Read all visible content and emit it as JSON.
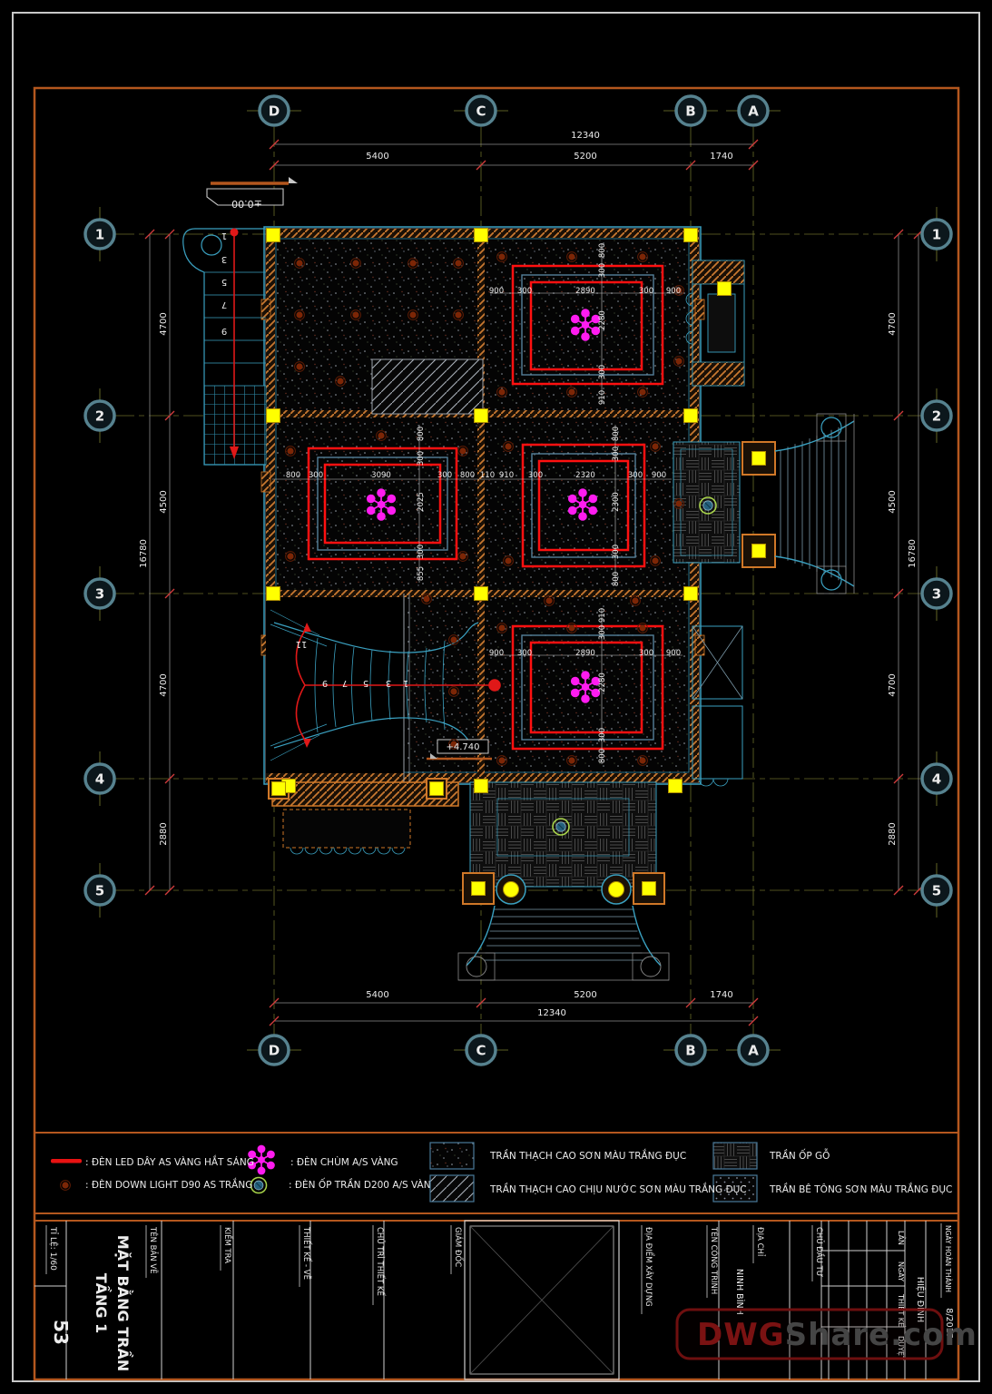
{
  "sheet": {
    "scale_label": "TỈ LỆ: 1/60",
    "sheet_number": "53",
    "drawing_name_label": "TÊN BẢN VẼ",
    "drawing_name_line1": "MẶT BẰNG TRẦN",
    "drawing_name_line2": "TẦNG 1"
  },
  "grid": {
    "cols": [
      "D",
      "C",
      "B",
      "A"
    ],
    "rows": [
      "1",
      "2",
      "3",
      "4",
      "5"
    ]
  },
  "dims": {
    "top_total": "12340",
    "top_spans": [
      "5400",
      "5200",
      "1740"
    ],
    "bottom_total": "12340",
    "bottom_spans": [
      "5400",
      "5200",
      "1740"
    ],
    "left_total": "16780",
    "left_spans": [
      "4700",
      "4500",
      "4700",
      "2880"
    ],
    "right_total": "16780",
    "right_spans": [
      "4700",
      "4500",
      "4700",
      "2880"
    ]
  },
  "plan": {
    "room_top": {
      "h": [
        "900",
        "300",
        "2890",
        "300",
        "900"
      ],
      "v": [
        "800",
        "300",
        "2280",
        "300",
        "910"
      ]
    },
    "mid_row": [
      "800",
      "300",
      "3090",
      "300",
      "800",
      "110",
      "910",
      "300",
      "2320",
      "300",
      "900"
    ],
    "room_mid_left_v": [
      "800",
      "300",
      "2025",
      "300",
      "855"
    ],
    "room_mid_right_v": [
      "800",
      "300",
      "2300",
      "300",
      "800"
    ],
    "room_bottom": {
      "h": [
        "900",
        "300",
        "2890",
        "300",
        "900"
      ],
      "v": [
        "910",
        "300",
        "2280",
        "300",
        "800"
      ]
    },
    "stair_top_steps": [
      "1",
      "3",
      "5",
      "7",
      "9"
    ],
    "stair_main_steps": [
      "9",
      "7",
      "5",
      "3",
      "1"
    ],
    "stair_main_top": "11",
    "elev_zero": "±0.00",
    "elev_upper": "+4.740"
  },
  "legend": {
    "led": ": ĐÈN LED DÂY AS VÀNG HẮT SÁNG",
    "down": ": ĐÈN DOWN LIGHT D90 AS TRẮNG",
    "chum": ": ĐÈN CHÙM A/S VÀNG",
    "op_tran": ": ĐÈN ỐP TRẦN D200 A/S VÀNG",
    "thach_cao": "TRẦN THẠCH CAO SƠN MÀU TRẮNG ĐỤC",
    "thach_cao_nuoc": "TRẦN THẠCH CAO CHỊU NƯỚC SƠN MÀU TRẮNG ĐỤC",
    "op_go": "TRẦN ỐP GỖ",
    "be_tong": "TRẦN BÊ TÔNG SƠN MÀU TRẮNG ĐỤC"
  },
  "titleblock": {
    "kiem_tra": "KIỂM TRA",
    "thiet_ke_ve": "THIẾT KẾ - VẼ",
    "chu_tri": "CHỦ TRÌ THIẾT KẾ",
    "giam_doc": "GIÁM ĐỐC",
    "ten_cong_trinh": "TÊN CÔNG TRÌNH",
    "dia_diem": "ĐỊA ĐIỂM XÂY DỰNG",
    "dia_chi": "ĐỊA CHỈ",
    "dia_chi_value": "NINH BÌNH",
    "chu_dau_tu": "CHỦ ĐẦU TƯ",
    "hieu_dinh": "HIỆU ĐÍNH",
    "lan": "LẦN",
    "ngay": "NGÀY",
    "thiet_ke": "THIẾT KẾ",
    "duyet": "DUYỆT",
    "ngay_hoan_thanh": "NGÀY HOÀN THÀNH",
    "ngay_value": "8/2017"
  },
  "watermark": {
    "dwg": "DWG",
    "share": "Share.com"
  },
  "colors": {
    "accent_orange": "#b4571e",
    "cove_red": "#ff1010",
    "chandelier_magenta": "#ff1cf0",
    "column_yellow": "#ffff00",
    "outline_cyan": "#3aa0c0"
  }
}
